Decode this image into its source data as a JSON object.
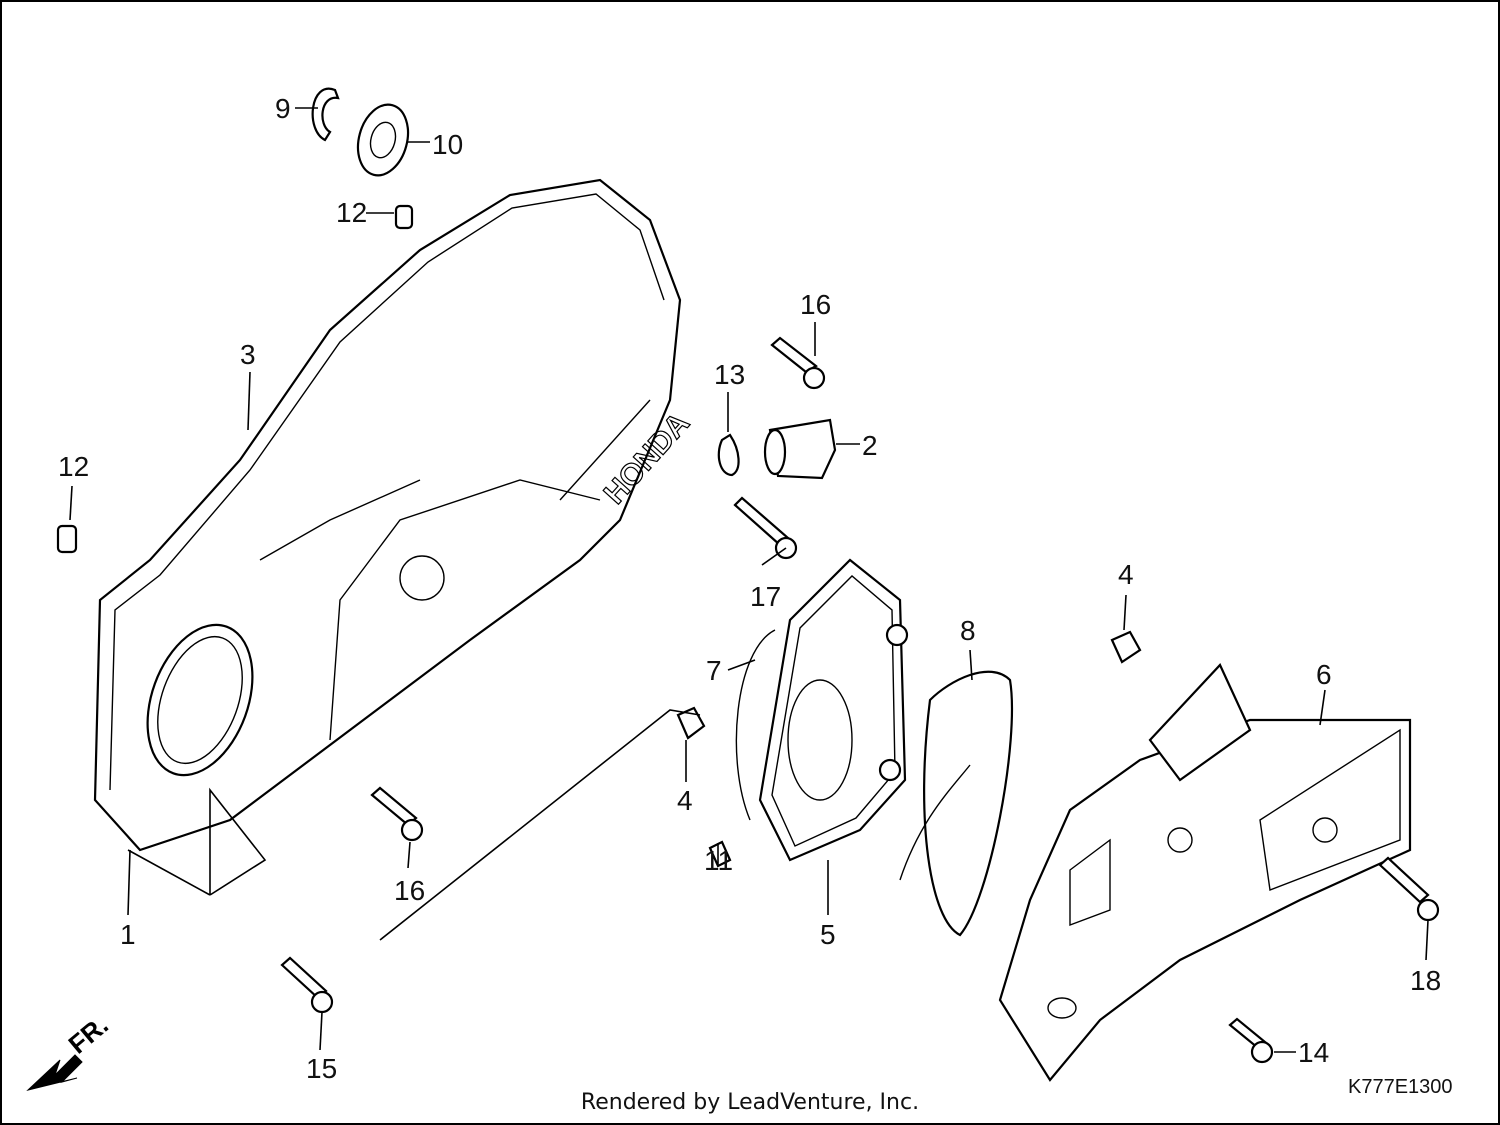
{
  "diagram": {
    "callouts": [
      {
        "id": "c9",
        "label": "9"
      },
      {
        "id": "c10",
        "label": "10"
      },
      {
        "id": "c12a",
        "label": "12"
      },
      {
        "id": "c16a",
        "label": "16"
      },
      {
        "id": "c3",
        "label": "3"
      },
      {
        "id": "c13",
        "label": "13"
      },
      {
        "id": "c2",
        "label": "2"
      },
      {
        "id": "c12b",
        "label": "12"
      },
      {
        "id": "c17",
        "label": "17"
      },
      {
        "id": "c4a",
        "label": "4"
      },
      {
        "id": "c8",
        "label": "8"
      },
      {
        "id": "c6",
        "label": "6"
      },
      {
        "id": "c7",
        "label": "7"
      },
      {
        "id": "c4b",
        "label": "4"
      },
      {
        "id": "c11",
        "label": "11"
      },
      {
        "id": "c16b",
        "label": "16"
      },
      {
        "id": "c5",
        "label": "5"
      },
      {
        "id": "c1",
        "label": "1"
      },
      {
        "id": "c18",
        "label": "18"
      },
      {
        "id": "c15",
        "label": "15"
      },
      {
        "id": "c14",
        "label": "14"
      }
    ],
    "direction_label": "FR.",
    "diagram_code": "K777E1300",
    "footer_text": "Rendered by LeadVenture, Inc."
  }
}
